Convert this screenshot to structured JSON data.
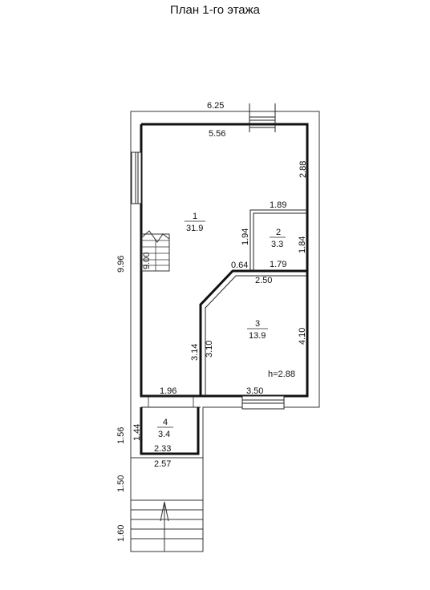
{
  "title": "План 1-го этажа",
  "dimensions": {
    "top_outer": "6.25",
    "top_inner": "5.56",
    "right_upper": "2.88",
    "left_outer": "9.96",
    "left_inner": "9.00",
    "room2_width": "1.89",
    "room2_height_left": "1.94",
    "room2_height_right": "1.84",
    "corridor_gap": "0.64",
    "room2_bottom": "1.79",
    "room3_top": "2.50",
    "room3_right": "4.10",
    "room3_left_a": "3.14",
    "room3_left_b": "3.10",
    "bottom_left": "1.96",
    "bottom_right": "3.50",
    "porch_height_outer": "1.56",
    "porch_height_inner": "1.44",
    "porch_width_inner": "2.33",
    "porch_width_outer": "2.57",
    "stairs_upper": "1.50",
    "stairs_lower": "1.60"
  },
  "rooms": [
    {
      "number": "1",
      "area": "31.9"
    },
    {
      "number": "2",
      "area": "3.3"
    },
    {
      "number": "3",
      "area": "13.9"
    },
    {
      "number": "4",
      "area": "3.4"
    }
  ],
  "height_note": "h=2.88"
}
